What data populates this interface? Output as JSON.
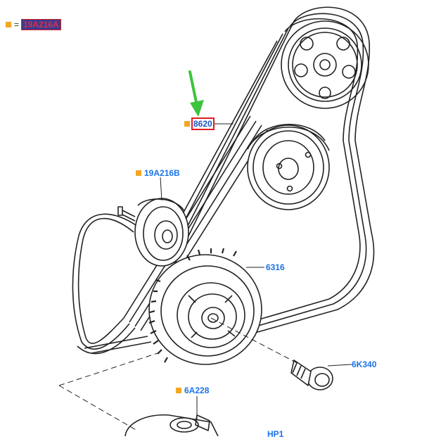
{
  "legend": {
    "marker_color": "#f5a623",
    "equals": "=",
    "code": "19A216A"
  },
  "callouts": {
    "c8620": "8620",
    "c19a216b": "19A216B",
    "c6316": "6316",
    "c6k340": "6K340",
    "c6a228": "6A228",
    "chp1": "HP1"
  },
  "colors": {
    "label": "#1a73e8",
    "highlight_border": "#e01b24",
    "arrow": "#3cc43c",
    "marker": "#f5a623"
  },
  "icons": [
    "marker-square-icon",
    "pointer-arrow-icon"
  ]
}
